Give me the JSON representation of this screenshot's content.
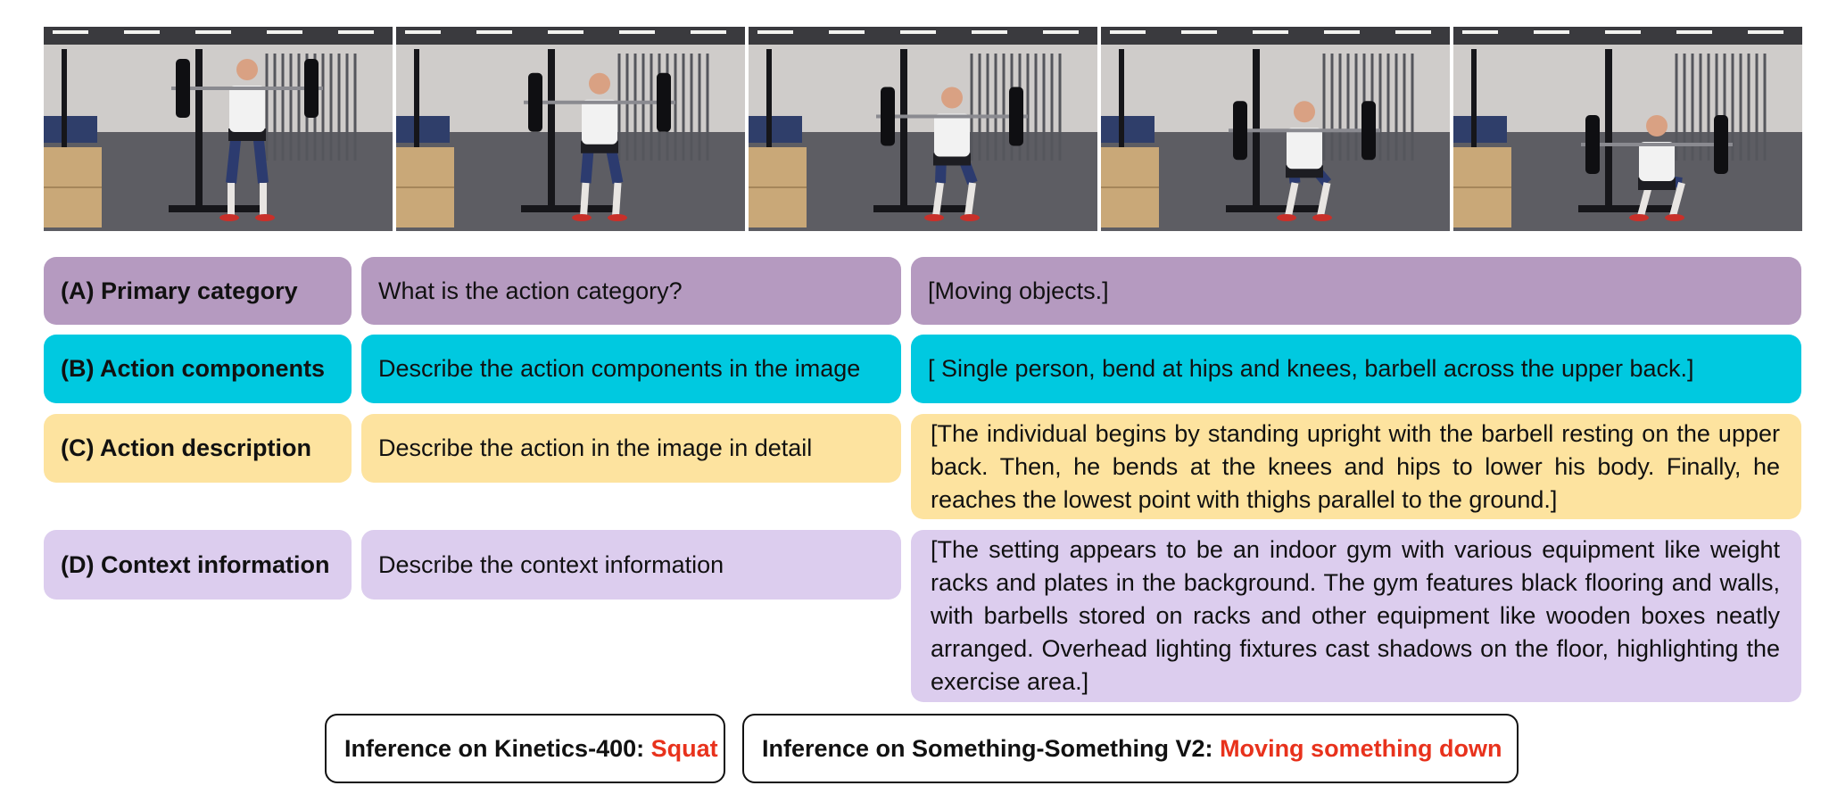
{
  "colors": {
    "row_a": "#b59ac0",
    "row_b": "#00c9e0",
    "row_c": "#fde39f",
    "row_d": "#dccdee",
    "highlight": "#e8321c"
  },
  "frames_alt": [
    "video-frame-1",
    "video-frame-2",
    "video-frame-3",
    "video-frame-4",
    "video-frame-5"
  ],
  "rows": [
    {
      "category": "(A) Primary category",
      "question": "What is the action category?",
      "answer": "[Moving objects.]"
    },
    {
      "category": "(B) Action components",
      "question": "Describe the action components in the image",
      "answer": "[ Single person, bend at hips and knees, barbell across the upper back.]"
    },
    {
      "category": "(C) Action description",
      "question": "Describe the action in the image in detail",
      "answer": "[The individual begins by standing upright with the barbell resting on the upper back. Then, he bends at the knees and hips to lower his body. Finally, he reaches the lowest point with thighs parallel to the ground.]"
    },
    {
      "category": "(D) Context information",
      "question": "Describe the context information",
      "answer": "[The setting appears to be an indoor gym with various equipment like weight racks and plates in the background. The gym features black flooring and walls, with barbells stored on racks and other equipment like wooden boxes neatly arranged. Overhead lighting fixtures cast shadows on the floor, highlighting the exercise area.]"
    }
  ],
  "inference": [
    {
      "label": "Inference on Kinetics-400: ",
      "result": "Squat"
    },
    {
      "label": "Inference on Something-Something V2: ",
      "result": "Moving something down"
    }
  ]
}
